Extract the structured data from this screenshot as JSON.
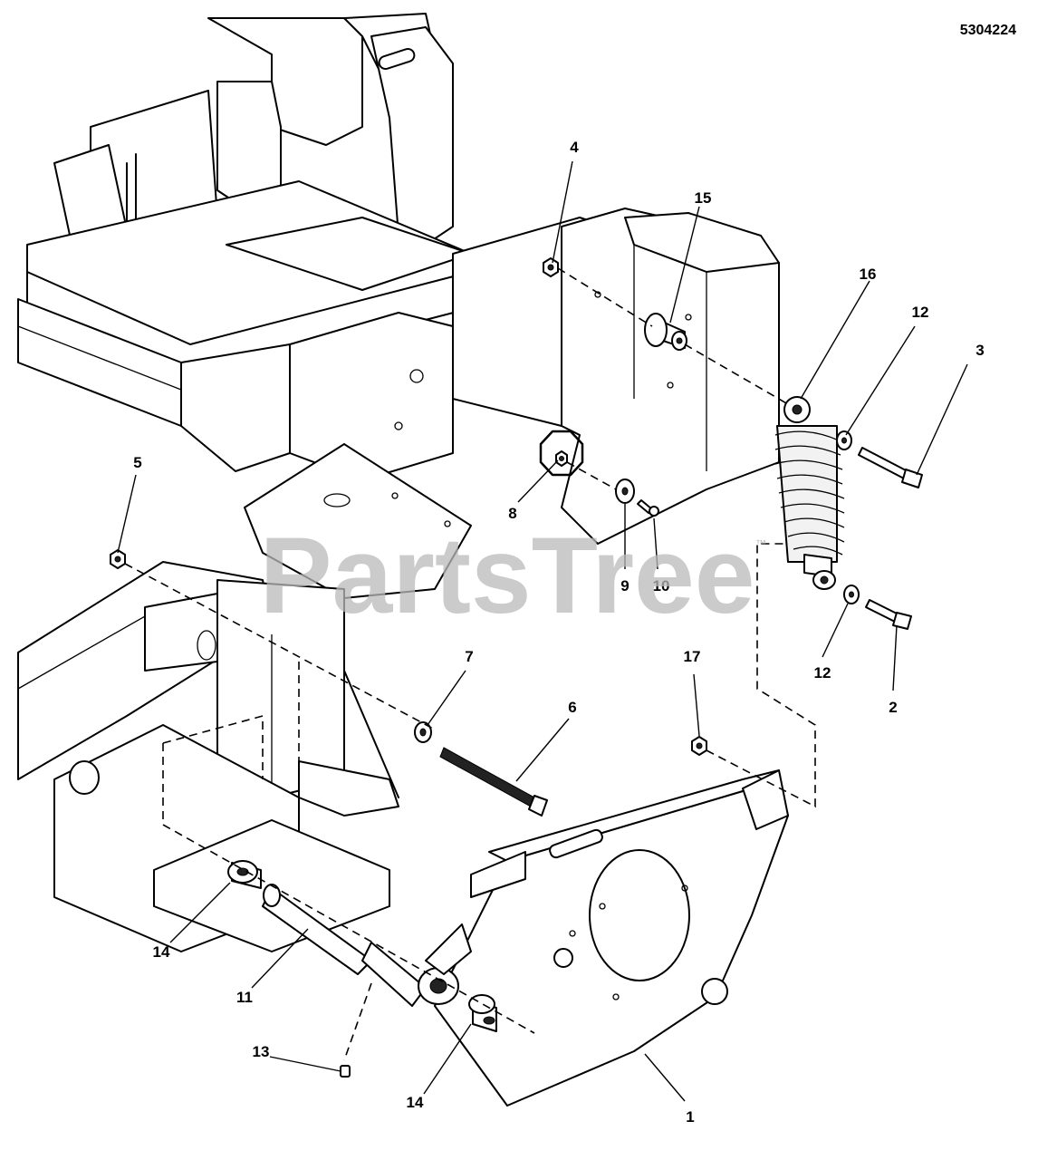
{
  "diagram": {
    "id_label": "5304224",
    "watermark": "PartsTree",
    "watermark_mark": "™",
    "callouts": [
      {
        "ref": "c1",
        "label": "1"
      },
      {
        "ref": "c2",
        "label": "2"
      },
      {
        "ref": "c3",
        "label": "3"
      },
      {
        "ref": "c4",
        "label": "4"
      },
      {
        "ref": "c5",
        "label": "5"
      },
      {
        "ref": "c6",
        "label": "6"
      },
      {
        "ref": "c7",
        "label": "7"
      },
      {
        "ref": "c8",
        "label": "8"
      },
      {
        "ref": "c9",
        "label": "9"
      },
      {
        "ref": "c10",
        "label": "10"
      },
      {
        "ref": "c11",
        "label": "11"
      },
      {
        "ref": "c12a",
        "label": "12"
      },
      {
        "ref": "c12b",
        "label": "12"
      },
      {
        "ref": "c13",
        "label": "13"
      },
      {
        "ref": "c14a",
        "label": "14"
      },
      {
        "ref": "c14b",
        "label": "14"
      },
      {
        "ref": "c15",
        "label": "15"
      },
      {
        "ref": "c16",
        "label": "16"
      },
      {
        "ref": "c17",
        "label": "17"
      }
    ]
  }
}
